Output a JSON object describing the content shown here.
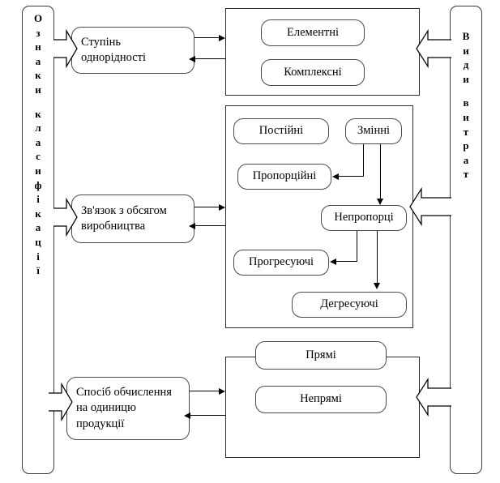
{
  "diagram": {
    "title_left": "Ознаки класифікації",
    "title_right": "Види витрат",
    "left_axis_chars": [
      "О",
      "з",
      "н",
      "а",
      "к",
      "и",
      "",
      "к",
      "л",
      "а",
      "с",
      "и",
      "ф",
      "і",
      "к",
      "а",
      "ц",
      "і",
      "ї"
    ],
    "right_axis_chars": [
      "В",
      "и",
      "д",
      "и",
      "",
      "в",
      "и",
      "т",
      "р",
      "а",
      "т"
    ]
  },
  "criteria": [
    {
      "id": "homogeneity",
      "label_line1": "Ступінь",
      "label_line2": "однорідності"
    },
    {
      "id": "volume-link",
      "label_line1": "Зв'язок з обсягом",
      "label_line2": "виробництва"
    },
    {
      "id": "unit-calc",
      "label_line1": "Спосіб обчислення",
      "label_line2": "на одиницю",
      "label_line3": "продукції"
    }
  ],
  "groups": [
    {
      "id": "homogeneity-group",
      "nodes": [
        {
          "id": "elementni",
          "label": "Елементні"
        },
        {
          "id": "kompleksni",
          "label": "Комплексні"
        }
      ]
    },
    {
      "id": "volume-group",
      "nodes": [
        {
          "id": "postiyni",
          "label": "Постійні"
        },
        {
          "id": "zminni",
          "label": "Змінні"
        },
        {
          "id": "proporciyni",
          "label": "Пропорційні"
        },
        {
          "id": "neproporci",
          "label": "Непропорці"
        },
        {
          "id": "progresuyuchi",
          "label": "Прогресуючі"
        },
        {
          "id": "degresuyuchi",
          "label": "Дегресуючі"
        }
      ]
    },
    {
      "id": "unit-calc-group",
      "nodes": [
        {
          "id": "pryami",
          "label": "Прямі"
        },
        {
          "id": "nepryami",
          "label": "Непрямі"
        }
      ]
    }
  ],
  "colors": {
    "stroke": "#000000",
    "box_stroke": "#4a4a4a",
    "group_stroke": "#2b2b2b",
    "background": "#ffffff"
  }
}
